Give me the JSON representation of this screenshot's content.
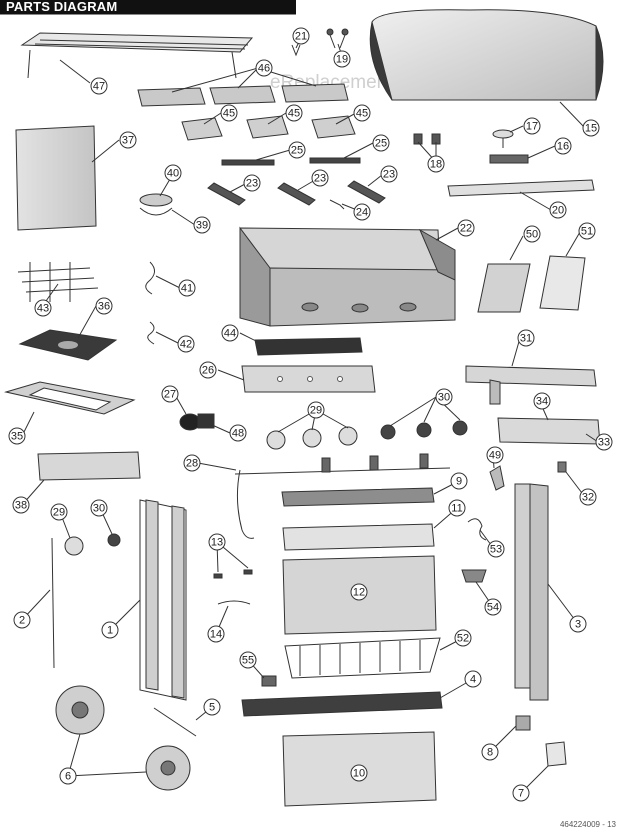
{
  "header": {
    "title": "PARTS DIAGRAM"
  },
  "watermark": "eReplacementParts.com",
  "footer": {
    "doc_number": "464224009 - 13"
  },
  "callouts": [
    "1",
    "2",
    "3",
    "4",
    "5",
    "6",
    "7",
    "8",
    "9",
    "10",
    "11",
    "12",
    "13",
    "14",
    "15",
    "16",
    "17",
    "18",
    "19",
    "20",
    "21",
    "22",
    "23",
    "24",
    "25",
    "26",
    "27",
    "28",
    "29",
    "30",
    "31",
    "32",
    "33",
    "34",
    "35",
    "36",
    "37",
    "38",
    "39",
    "40",
    "41",
    "42",
    "43",
    "44",
    "45",
    "46",
    "47",
    "48",
    "49",
    "50",
    "51",
    "52",
    "53",
    "54",
    "55"
  ],
  "colors": {
    "part_fill": "#d9d9d9",
    "dark_part": "#3a3a3a",
    "title_bar": "#111111"
  }
}
